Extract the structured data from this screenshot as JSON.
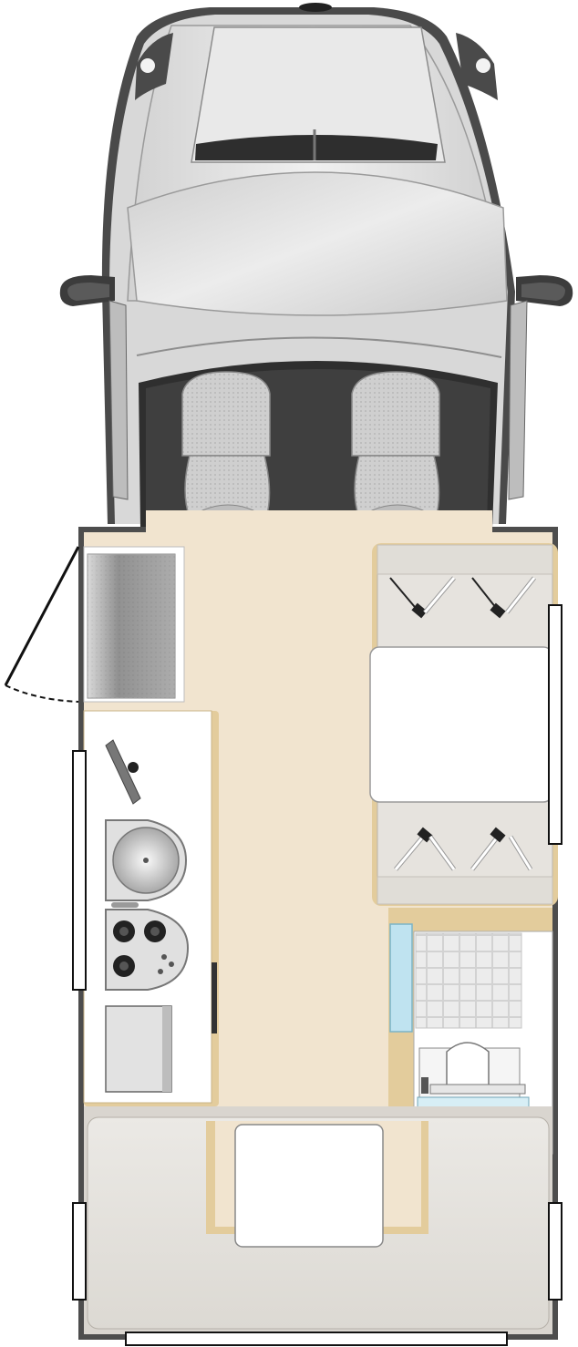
{
  "diagram": {
    "type": "motorhome-floor-plan",
    "view": "top-down",
    "labels": []
  },
  "components": {
    "vehicle_cab": {
      "name": "cab",
      "seats": 2,
      "mirrors": 2,
      "headlights": 2
    },
    "entrance": {
      "name": "entry-door",
      "swing": "outward"
    },
    "wardrobe": {
      "name": "wardrobe"
    },
    "kitchen": {
      "sink": 1,
      "hob_burners": 3,
      "fridge": 1
    },
    "dinette": {
      "benches": 2,
      "table": 1,
      "seatbelts": 8
    },
    "washroom": {
      "toilet": 1,
      "shower_tray": 1,
      "window": 1
    },
    "rear_lounge": {
      "table": 1
    },
    "windows": 5
  },
  "colors": {
    "floor": "#f1e4cf",
    "cabinet_edge": "#e3cc9c",
    "body_outline": "#3a3a3a",
    "cab_interior": "#3b3b3b",
    "cab_body": "#d9d9d9",
    "seat": "#c8c8c8",
    "bench": "#e6e3de",
    "counter": "#ffffff",
    "shower_tile": "#e7e7e7",
    "window_glass": "#bfe3f0"
  }
}
